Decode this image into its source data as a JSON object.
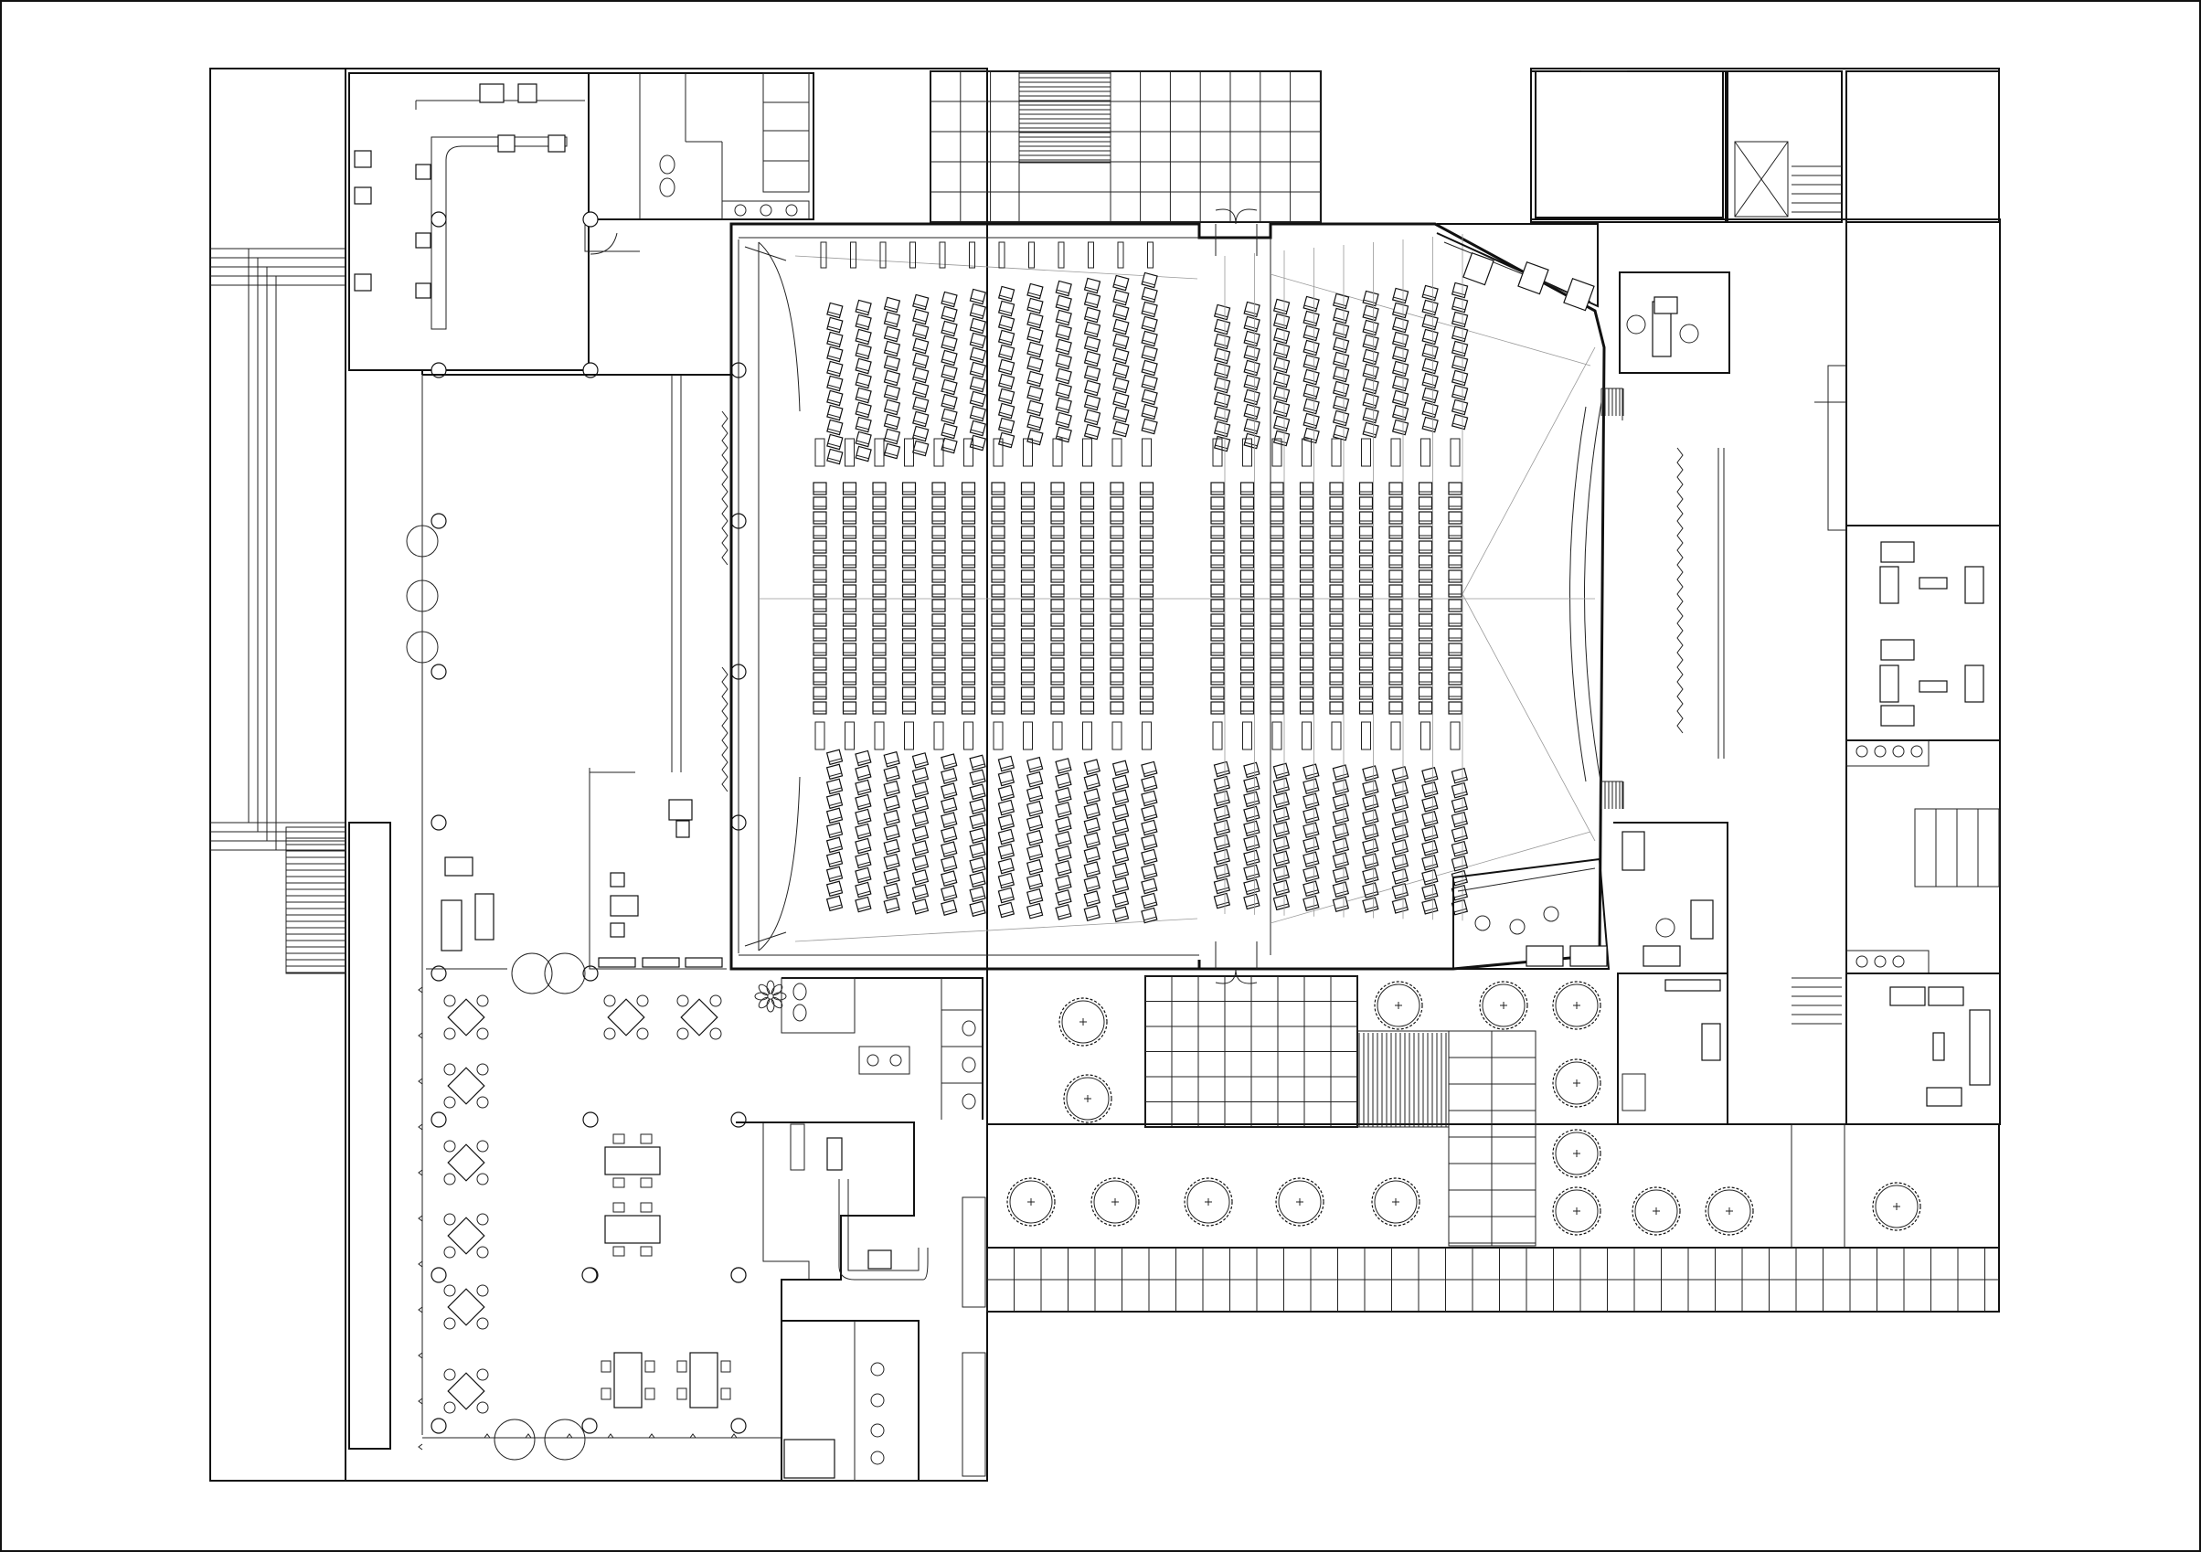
{
  "drawing": {
    "type": "architectural-floor-plan",
    "units_shown": "none",
    "text_labels": [],
    "colors": {
      "line": "#111111",
      "background": "#ffffff",
      "guide": "#999999"
    }
  },
  "seating": {
    "left_block_columns": 12,
    "right_block_columns": 9,
    "section_rows": {
      "front": 11,
      "middle": 16,
      "rear": 11
    }
  },
  "elements": [
    "kitchen",
    "restrooms",
    "auditorium",
    "cafe-dining",
    "trees",
    "sofas",
    "desks",
    "stairs"
  ]
}
